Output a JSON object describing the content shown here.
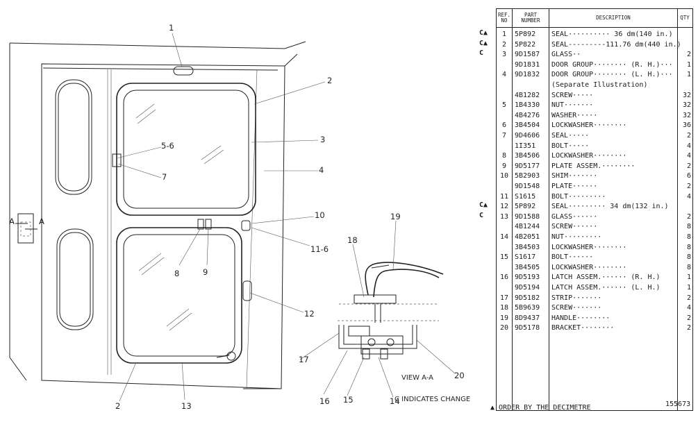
{
  "diagram": {
    "callouts": [
      "1",
      "2",
      "3",
      "4",
      "5-6",
      "7",
      "8",
      "9",
      "10",
      "11-6",
      "12",
      "2",
      "13",
      "16",
      "15",
      "14",
      "17",
      "18",
      "19",
      "20"
    ],
    "section_marker": "A",
    "view_label": "VIEW A-A",
    "change_note": "C INDICATES CHANGE"
  },
  "table": {
    "headers": {
      "ref": "REF.\nNO",
      "part": "PART\nNUMBER",
      "description": "DESCRIPTION",
      "qty": "QTY"
    },
    "rows": [
      {
        "mark": "C▲",
        "ref": "1",
        "part": "5P892",
        "desc": "SEAL··········  36 dm(140 in.)",
        "qty": ""
      },
      {
        "mark": "C▲",
        "ref": "2",
        "part": "5P822",
        "desc": "SEAL---------111.76 dm(440 in.)",
        "qty": ""
      },
      {
        "mark": "C",
        "ref": "3",
        "part": "9D1587",
        "desc": "GLASS··",
        "qty": "2"
      },
      {
        "mark": "",
        "ref": "",
        "part": "9D1831",
        "desc": "DOOR GROUP········ (R. H.)···",
        "qty": "1"
      },
      {
        "mark": "",
        "ref": "4",
        "part": "9D1832",
        "desc": "DOOR GROUP········ (L. H.)···",
        "qty": "1"
      },
      {
        "mark": "",
        "ref": "",
        "part": "",
        "desc": "(Separate Illustration)",
        "qty": ""
      },
      {
        "mark": "",
        "ref": "",
        "part": "4B1282",
        "desc": "SCREW·····",
        "qty": "32"
      },
      {
        "mark": "",
        "ref": "5",
        "part": "1B4330",
        "desc": "NUT·······",
        "qty": "32"
      },
      {
        "mark": "",
        "ref": "",
        "part": "4B4276",
        "desc": "WASHER·····",
        "qty": "32"
      },
      {
        "mark": "",
        "ref": "6",
        "part": "3B4504",
        "desc": "LOCKWASHER········",
        "qty": "36"
      },
      {
        "mark": "",
        "ref": "7",
        "part": "9D4606",
        "desc": "SEAL·····",
        "qty": "2"
      },
      {
        "mark": "",
        "ref": "",
        "part": "1I351",
        "desc": "BOLT·····",
        "qty": "4"
      },
      {
        "mark": "",
        "ref": "8",
        "part": "3B4506",
        "desc": "LOCKWASHER········",
        "qty": "4"
      },
      {
        "mark": "",
        "ref": "9",
        "part": "9D5177",
        "desc": "PLATE ASSEM.········",
        "qty": "2"
      },
      {
        "mark": "",
        "ref": "10",
        "part": "5B2903",
        "desc": "SHIM·······",
        "qty": "6"
      },
      {
        "mark": "",
        "ref": "",
        "part": "9D1548",
        "desc": "PLATE······",
        "qty": "2"
      },
      {
        "mark": "",
        "ref": "11",
        "part": "S1615",
        "desc": "BOLT·········",
        "qty": "4"
      },
      {
        "mark": "C▲",
        "ref": "12",
        "part": "5P892",
        "desc": "SEAL·········  34 dm(132 in.)",
        "qty": ""
      },
      {
        "mark": "C",
        "ref": "13",
        "part": "9D1588",
        "desc": "GLASS······",
        "qty": "2"
      },
      {
        "mark": "",
        "ref": "",
        "part": "4B1244",
        "desc": "SCREW······",
        "qty": "8"
      },
      {
        "mark": "",
        "ref": "14",
        "part": "4B2051",
        "desc": "NUT·········",
        "qty": "8"
      },
      {
        "mark": "",
        "ref": "",
        "part": "3B4503",
        "desc": "LOCKWASHER········",
        "qty": "8"
      },
      {
        "mark": "",
        "ref": "15",
        "part": "S1617",
        "desc": "BOLT······",
        "qty": "8"
      },
      {
        "mark": "",
        "ref": "",
        "part": "3B4505",
        "desc": "LOCKWASHER········",
        "qty": "8"
      },
      {
        "mark": "",
        "ref": "16",
        "part": "9D5193",
        "desc": "LATCH ASSEM.······ (R. H.)",
        "qty": "1"
      },
      {
        "mark": "",
        "ref": "",
        "part": "9D5194",
        "desc": "LATCH ASSEM.······ (L. H.)",
        "qty": "1"
      },
      {
        "mark": "",
        "ref": "17",
        "part": "9D5182",
        "desc": "STRIP·······",
        "qty": "2"
      },
      {
        "mark": "",
        "ref": "18",
        "part": "5B9639",
        "desc": "SCREW·······",
        "qty": "4"
      },
      {
        "mark": "",
        "ref": "19",
        "part": "8D9437",
        "desc": "HANDLE········",
        "qty": "2"
      },
      {
        "mark": "",
        "ref": "20",
        "part": "9D5178",
        "desc": "BRACKET········",
        "qty": "2"
      }
    ],
    "footer_note": "▲ ORDER BY THE DECIMETRE",
    "illustration_number": "155673"
  }
}
